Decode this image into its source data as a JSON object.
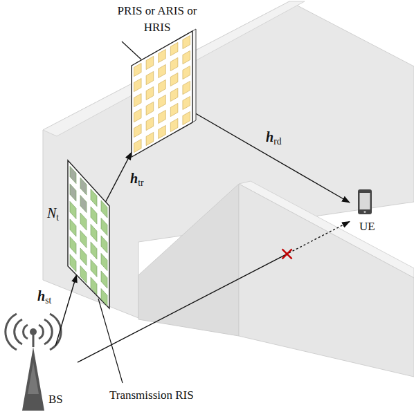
{
  "diagram": {
    "nodes": [
      {
        "text": [
          "BS"
        ]
      },
      {
        "text": [
          "Transmission RIS"
        ]
      },
      {
        "text": [
          "PRIS or ARIS or HRIS"
        ]
      },
      {
        "text": [
          "UE"
        ]
      }
    ],
    "edges": [
      {
        "from": 0,
        "to": 1,
        "arrow": "to",
        "label": "hst"
      },
      {
        "from": 1,
        "to": 2,
        "arrow": "to",
        "label": "htr"
      },
      {
        "from": 2,
        "to": 3,
        "arrow": "to",
        "label": "hrd"
      },
      {
        "from": 0,
        "to": 3,
        "arrow": "to"
      }
    ],
    "labels": [
      "Nt"
    ]
  }
}
